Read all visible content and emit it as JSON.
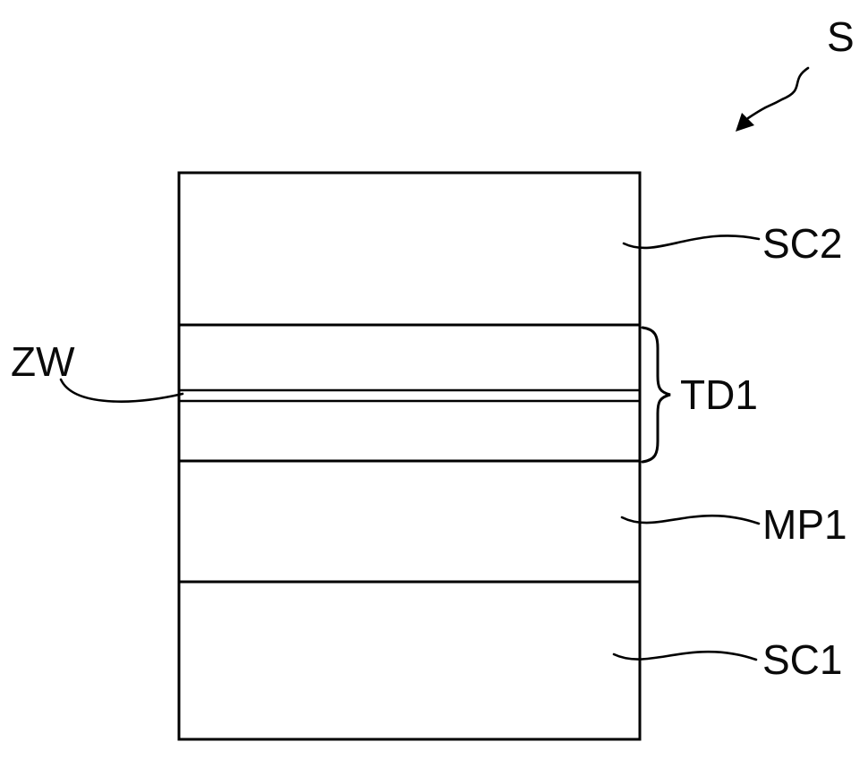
{
  "figure": {
    "reference": "S",
    "labels": {
      "s": "S",
      "sc2": "SC2",
      "zw": "ZW",
      "td1": "TD1",
      "mp1": "MP1",
      "sc1": "SC1"
    },
    "layers": [
      {
        "label": "SC2",
        "position": "top"
      },
      {
        "label": "TD1",
        "position": "upper-middle band with thin ZW layer inside"
      },
      {
        "label": "MP1",
        "position": "lower-middle"
      },
      {
        "label": "SC1",
        "position": "bottom"
      }
    ],
    "colors": {
      "line": "#000000",
      "background": "#ffffff",
      "text": "#0a0a0a"
    }
  }
}
